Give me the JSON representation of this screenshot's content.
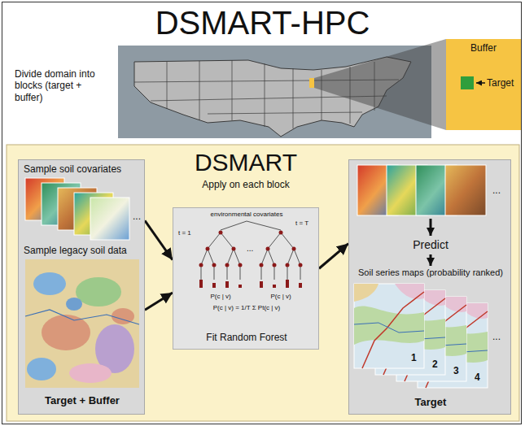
{
  "diagram": {
    "title": "DSMART-HPC",
    "nodes": [
      {
        "text": [
          "Buffer"
        ]
      },
      {
        "text": [
          "Target"
        ],
        "in": 0
      },
      {
        "text": [
          "DSMART",
          "Apply on each block"
        ]
      },
      {
        "text": [
          "Sample soil covariates",
          "Sample legacy soil data",
          "Target + Buffer"
        ],
        "in": 2
      },
      {
        "text": [
          "Fit Random Forest"
        ],
        "in": 2
      },
      {
        "text": [
          "Predict",
          "Soil series maps (probability ranked)",
          "Target"
        ],
        "in": 2
      }
    ],
    "edges": [
      {
        "from": 3,
        "to": 4,
        "arrow": "to"
      },
      {
        "from": 3,
        "to": 4,
        "arrow": "to"
      },
      {
        "from": 4,
        "to": 5,
        "arrow": "to"
      }
    ],
    "labels": [
      "Divide domain into blocks (target + buffer)",
      "...",
      "environmental covariates",
      "t = 1",
      "...",
      "t = T",
      "P(c | v)",
      "P(c | v)",
      "P(c | v) = 1/T Σ Pt(c | v)",
      "...",
      "1",
      "2",
      "3",
      "4",
      "..."
    ]
  }
}
